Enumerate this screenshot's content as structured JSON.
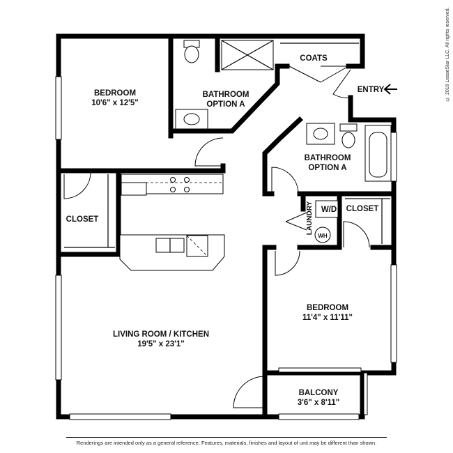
{
  "rooms": {
    "bedroom_1": {
      "name": "BEDROOM",
      "size": "10'6\" x 12'5\""
    },
    "bathroom_1": {
      "line1": "BATHROOM",
      "line2": "OPTION A"
    },
    "coats": {
      "name": "COATS"
    },
    "entry": {
      "name": "ENTRY",
      "arrow": "⟵"
    },
    "bathroom_2": {
      "line1": "BATHROOM",
      "line2": "OPTION A"
    },
    "closet_1": {
      "name": "CLOSET"
    },
    "closet_2": {
      "name": "CLOSET"
    },
    "laundry": {
      "name": "LAUNDRY",
      "wd": "W/D",
      "wh": "WH"
    },
    "living": {
      "name": "LIVING ROOM / KITCHEN",
      "size": "19'5\" x 23'1\""
    },
    "bedroom_2": {
      "name": "BEDROOM",
      "size": "11'4\" x 11'11\""
    },
    "balcony": {
      "name": "BALCONY",
      "size": "3'6\" x 8'11\""
    }
  },
  "copyright": "© 2016 LeaseStar LLC. All rights reserved.",
  "disclaimer": "Renderings are intended only as a general reference. Features, materials, finishes and layout of unit may be different than shown."
}
